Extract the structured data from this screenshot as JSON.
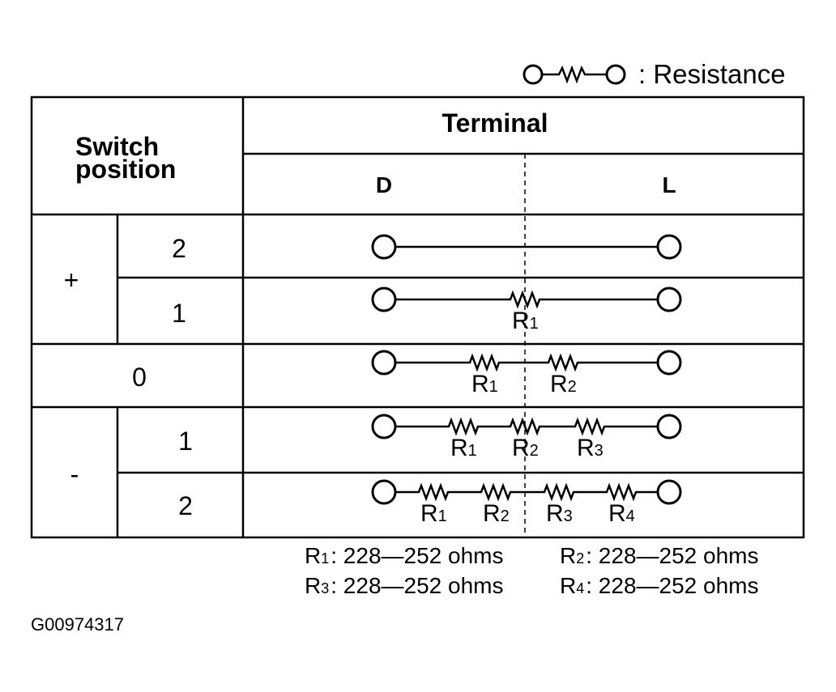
{
  "legend": {
    "label": ": Resistance"
  },
  "table": {
    "switch_header": [
      "Switch",
      "position"
    ],
    "terminal_header": "Terminal",
    "terminals": [
      "D",
      "L"
    ],
    "groups": [
      {
        "sign": "+",
        "rows": [
          {
            "position": "2",
            "resistors": []
          },
          {
            "position": "1",
            "resistors": [
              {
                "main": "R",
                "sub": "1"
              }
            ]
          }
        ]
      },
      {
        "sign": "",
        "rows": [
          {
            "position": "0",
            "resistors": [
              {
                "main": "R",
                "sub": "1"
              },
              {
                "main": "R",
                "sub": "2"
              }
            ]
          }
        ]
      },
      {
        "sign": "-",
        "rows": [
          {
            "position": "1",
            "resistors": [
              {
                "main": "R",
                "sub": "1"
              },
              {
                "main": "R",
                "sub": "2"
              },
              {
                "main": "R",
                "sub": "3"
              }
            ]
          },
          {
            "position": "2",
            "resistors": [
              {
                "main": "R",
                "sub": "1"
              },
              {
                "main": "R",
                "sub": "2"
              },
              {
                "main": "R",
                "sub": "3"
              },
              {
                "main": "R",
                "sub": "4"
              }
            ]
          }
        ]
      }
    ]
  },
  "notes": [
    {
      "main": "R",
      "sub": "1",
      "text": ": 228—252 ohms"
    },
    {
      "main": "R",
      "sub": "2",
      "text": ": 228—252 ohms"
    },
    {
      "main": "R",
      "sub": "3",
      "text": ": 228—252 ohms"
    },
    {
      "main": "R",
      "sub": "4",
      "text": ": 228—252 ohms"
    }
  ],
  "figure_code": "G00974317"
}
